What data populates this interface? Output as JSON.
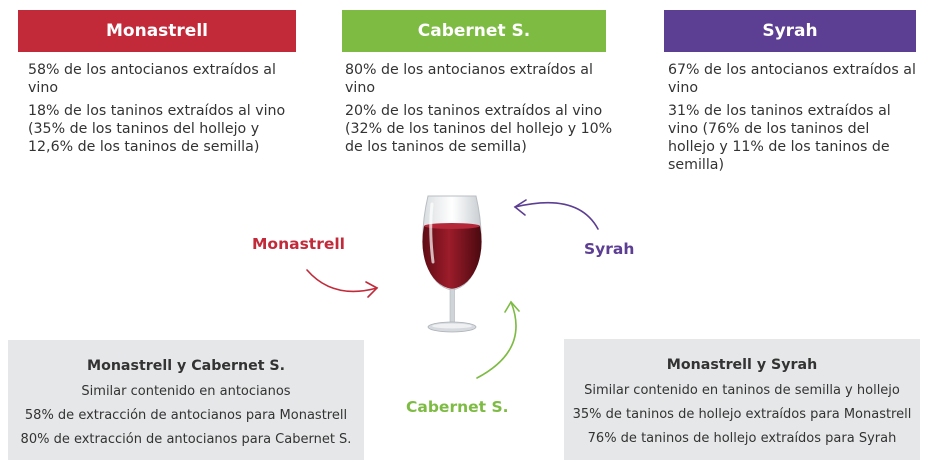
{
  "colors": {
    "monastrell": "#c22a3a",
    "cabernet": "#7dbb43",
    "syrah": "#5c3e93",
    "panel_bg": "#e6e7e8",
    "wine": "#8e1522"
  },
  "columns": [
    {
      "title": "Monastrell",
      "lines": [
        "58% de los antocianos extraídos al vino",
        "18% de los taninos extraídos al vino (35% de los taninos del hollejo y 12,6% de los taninos de semilla)"
      ]
    },
    {
      "title": "Cabernet S.",
      "lines": [
        "80% de los antocianos extraídos al vino",
        "20% de los taninos extraídos al vino (32% de los taninos del hollejo y 10% de los taninos de semilla)"
      ]
    },
    {
      "title": "Syrah",
      "lines": [
        "67% de los antocianos extraídos al vino",
        "31% de los taninos extraídos al vino (76% de los taninos del hollejo y 11% de los taninos de semilla)"
      ]
    }
  ],
  "labels": {
    "monastrell": "Monastrell",
    "syrah": "Syrah",
    "cabernet": "Cabernet S."
  },
  "panels": [
    {
      "title": "Monastrell y Cabernet S.",
      "lines": [
        "Similar contenido en antocianos",
        "58% de extracción de antocianos para Monastrell",
        "80% de extracción de antocianos para Cabernet S."
      ]
    },
    {
      "title": "Monastrell y Syrah",
      "lines": [
        "Similar contenido en taninos de semilla y hollejo",
        "35% de taninos de hollejo extraídos para Monastrell",
        "76% de taninos de hollejo extraídos para Syrah"
      ]
    }
  ]
}
